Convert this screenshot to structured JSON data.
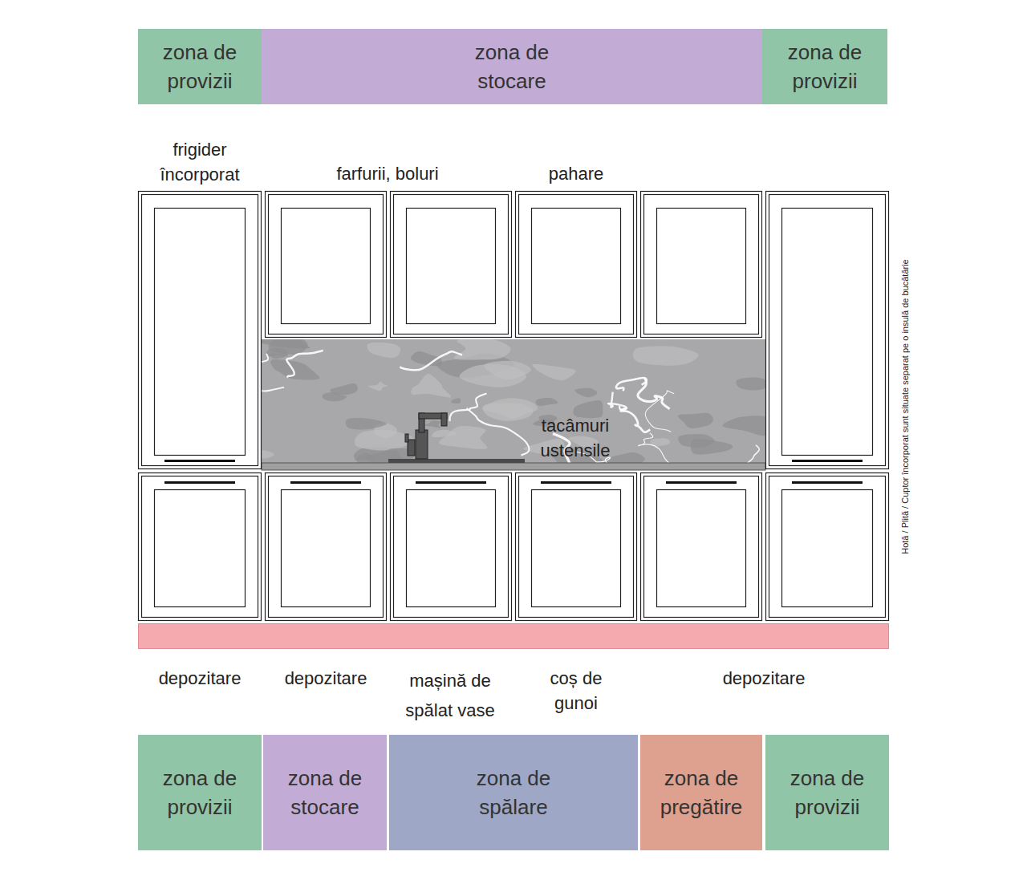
{
  "diagram": {
    "nodes": [
      {
        "text": [
          "zona de provizii"
        ]
      },
      {
        "text": [
          "zona de stocare"
        ]
      },
      {
        "text": [
          "zona de provizii"
        ]
      },
      {
        "text": [
          "zona de provizii"
        ]
      },
      {
        "text": [
          "zona de stocare"
        ]
      },
      {
        "text": [
          "zona de spălare"
        ]
      },
      {
        "text": [
          "zona de pregătire"
        ]
      },
      {
        "text": [
          "zona de provizii"
        ]
      }
    ],
    "labels": [
      "frigider încorporat",
      "farfurii, boluri",
      "pahare",
      "tacâmuri ustensile",
      "depozitare",
      "depozitare",
      "mașină de spălat vase",
      "coș de gunoi",
      "depozitare",
      "Hotă / Plită / Cuptor încorporat sunt situate separat pe o insulă de bucătărie"
    ]
  }
}
